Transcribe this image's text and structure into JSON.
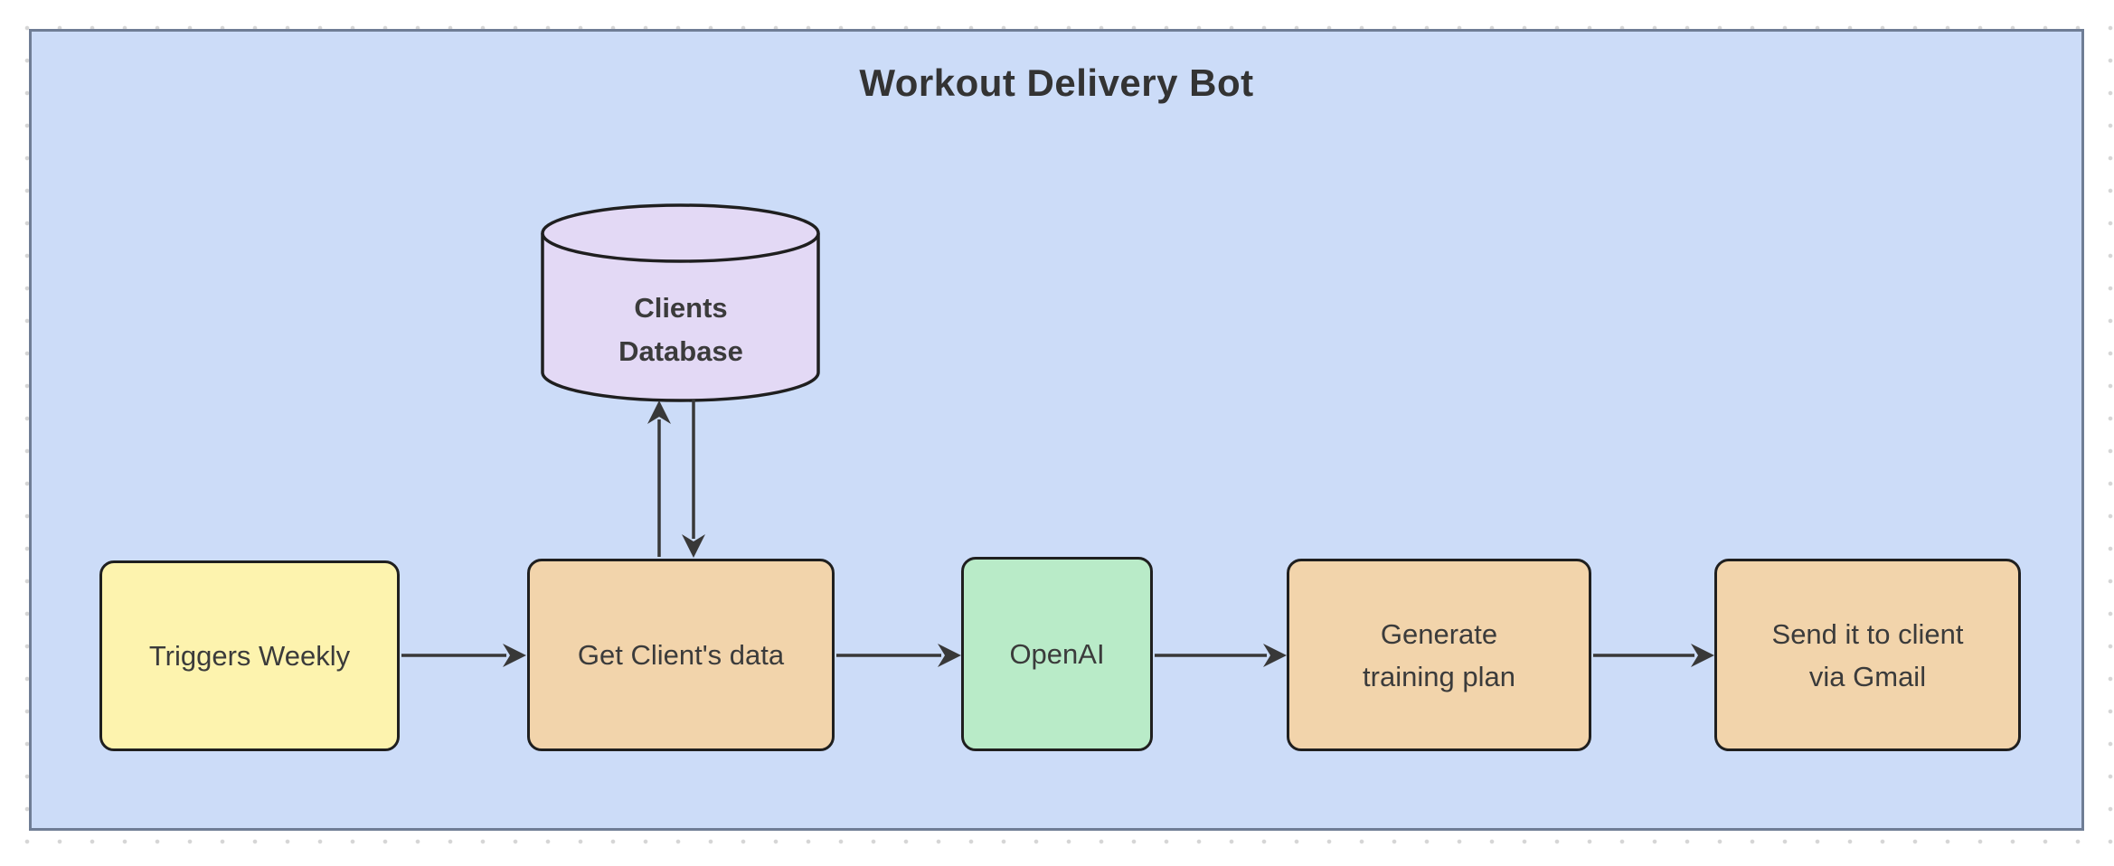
{
  "diagram": {
    "title": "Workout Delivery Bot",
    "type": "flowchart",
    "colors": {
      "page_background": "#ffffff",
      "grid_dot": "#d6d6d6",
      "container_fill": "#ccdcf8",
      "container_border": "#6f7d95",
      "node_border": "#1f1f1f",
      "node_text": "#3b3b3b",
      "title_text": "#333333",
      "arrow": "#383838",
      "trigger_fill": "#fdf3ae",
      "process_fill": "#f2d4ab",
      "openai_fill": "#b9ebc8",
      "database_fill": "#e3d9f5"
    },
    "nodes": {
      "database": {
        "label": "Clients\nDatabase",
        "shape": "cylinder",
        "fill": "#e3d9f5"
      },
      "trigger": {
        "label": "Triggers Weekly",
        "shape": "rounded-rect",
        "fill": "#fdf3ae"
      },
      "get_data": {
        "label": "Get Client's data",
        "shape": "rounded-rect",
        "fill": "#f2d4ab"
      },
      "openai": {
        "label": "OpenAI",
        "shape": "rounded-rect",
        "fill": "#b9ebc8"
      },
      "generate": {
        "label": "Generate\ntraining plan",
        "shape": "rounded-rect",
        "fill": "#f2d4ab"
      },
      "send": {
        "label": "Send it to client\nvia Gmail",
        "shape": "rounded-rect",
        "fill": "#f2d4ab"
      }
    },
    "edges": [
      {
        "from": "trigger",
        "to": "get_data",
        "direction": "right"
      },
      {
        "from": "get_data",
        "to": "database",
        "direction": "up"
      },
      {
        "from": "database",
        "to": "get_data",
        "direction": "down"
      },
      {
        "from": "get_data",
        "to": "openai",
        "direction": "right"
      },
      {
        "from": "openai",
        "to": "generate",
        "direction": "right"
      },
      {
        "from": "generate",
        "to": "send",
        "direction": "right"
      }
    ]
  }
}
